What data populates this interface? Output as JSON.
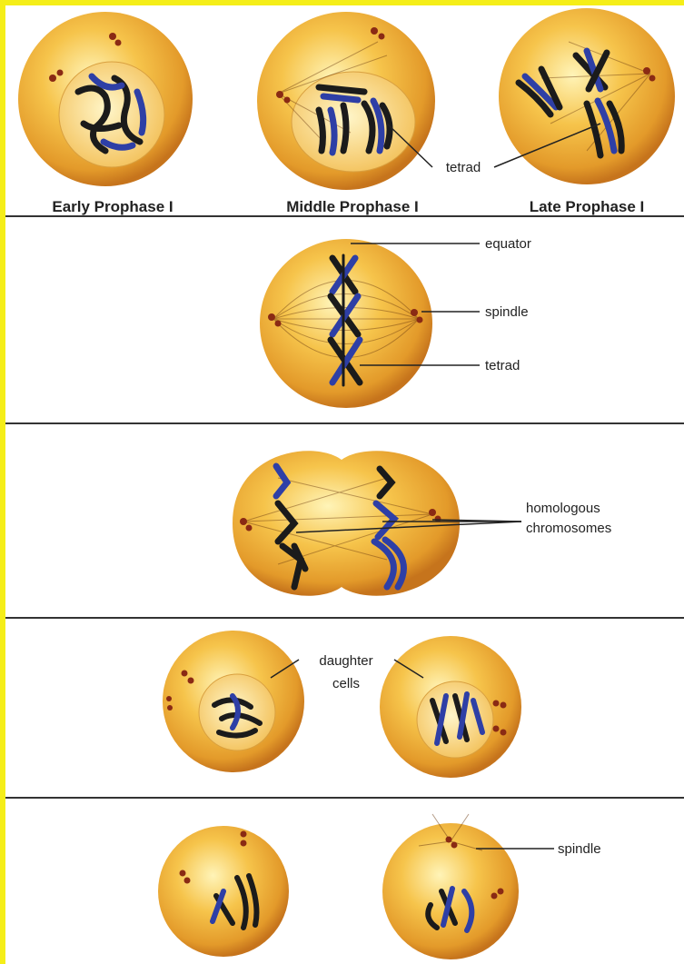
{
  "stages": {
    "early": "Early Prophase I",
    "middle": "Middle Prophase I",
    "late": "Late Prophase I"
  },
  "labels": {
    "tetrad_top": "tetrad",
    "equator": "equator",
    "spindle_meta": "spindle",
    "tetrad_meta": "tetrad",
    "homologous_1": "homologous",
    "homologous_2": "chromosomes",
    "daughter_1": "daughter",
    "daughter_2": "cells",
    "spindle_final": "spindle"
  },
  "colors": {
    "frame": "#f5ee18",
    "cell_center": "#fff2b0",
    "cell_mid": "#f4b73a",
    "cell_edge": "#c9781e",
    "chromosome_dark": "#1b1b1b",
    "chromosome_blue": "#2e3fa6",
    "centriole": "#8a2a14"
  }
}
